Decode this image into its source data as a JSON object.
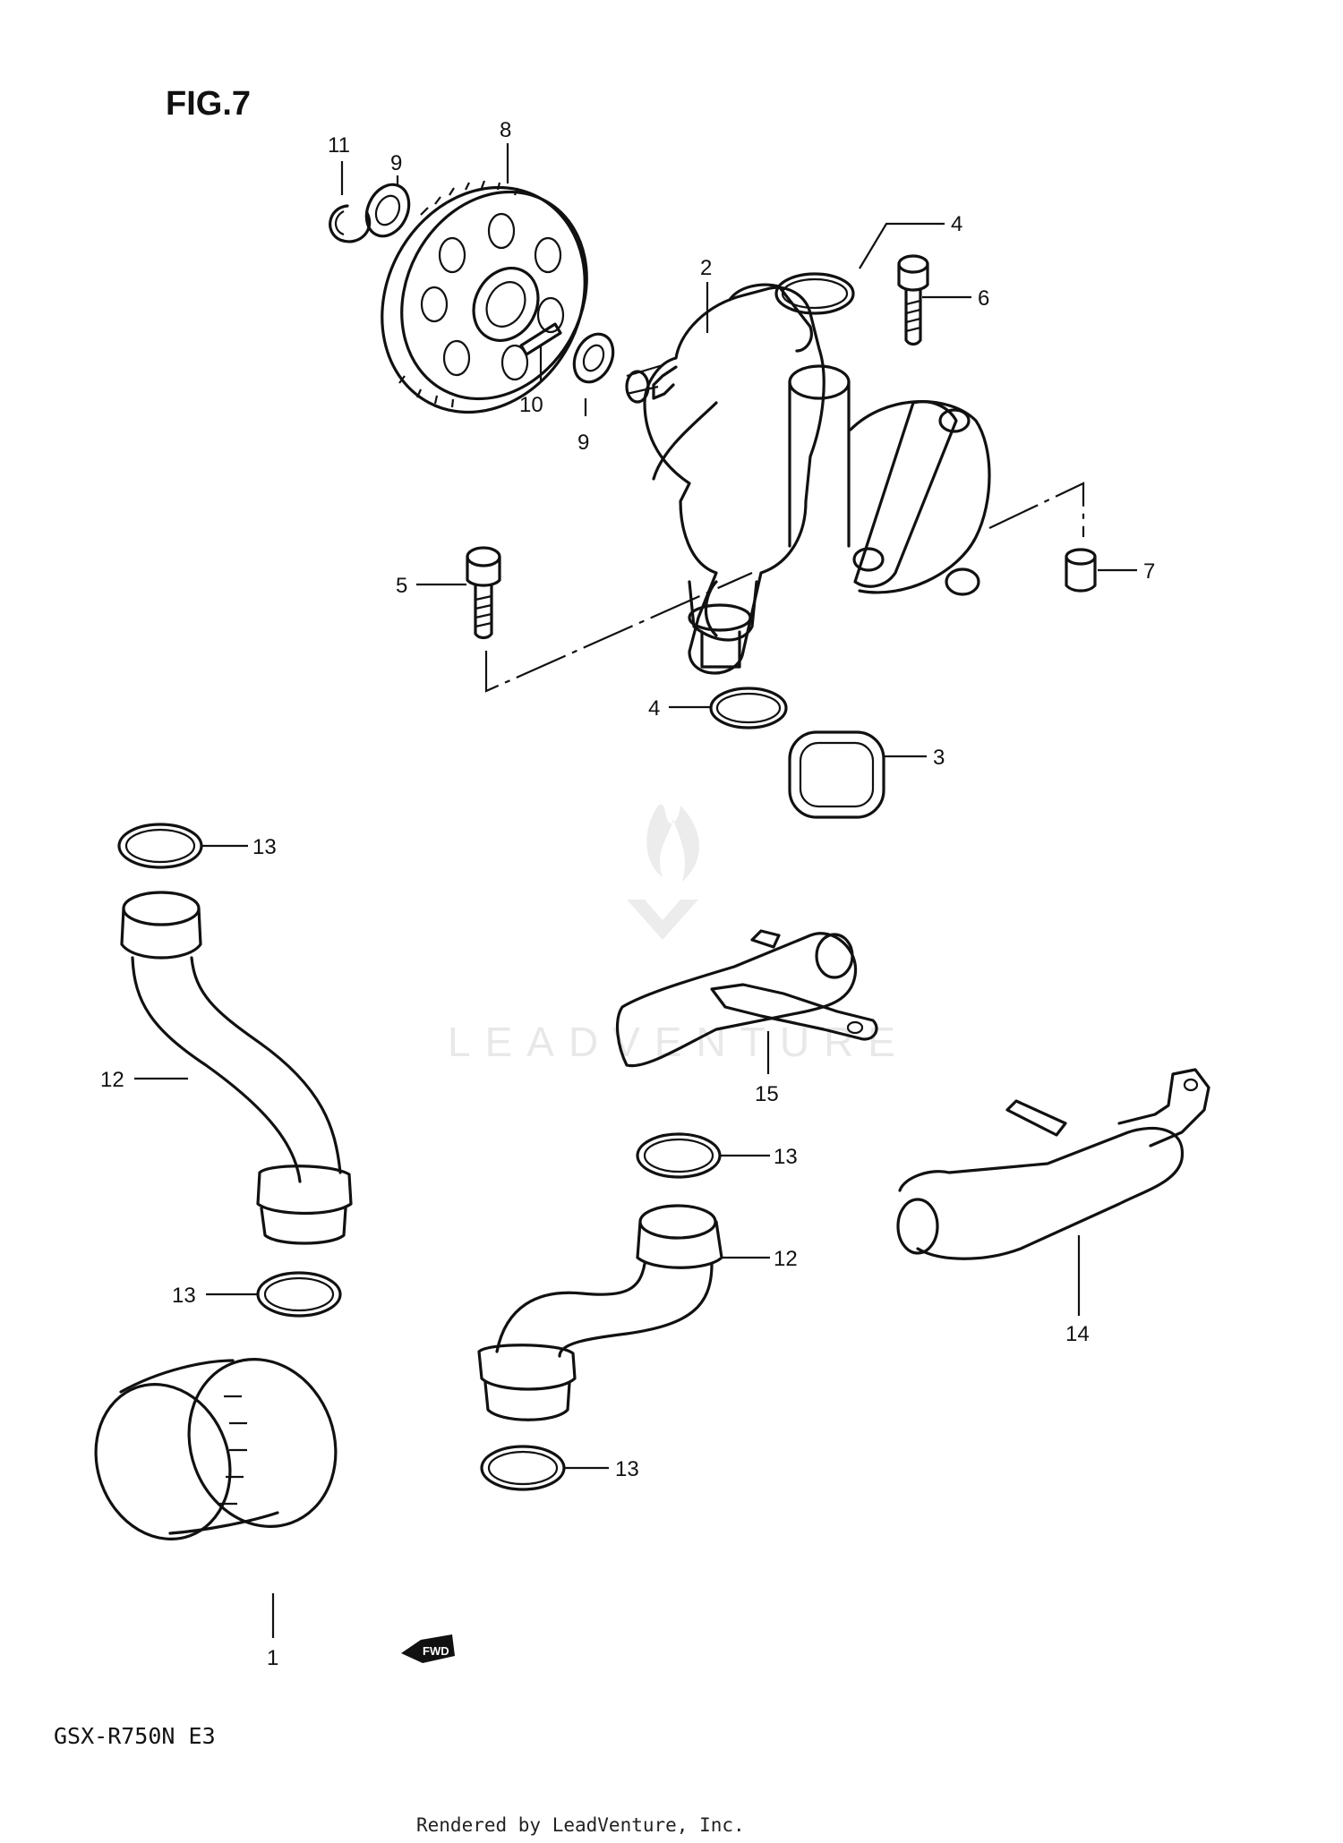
{
  "figure_label": "FIG.7",
  "model_code": "GSX-R750N E3",
  "footer": "Rendered by LeadVenture, Inc.",
  "watermark": "LEADVENTURE",
  "fwd_badge": "FWD",
  "callouts": {
    "p1": "1",
    "p2": "2",
    "p3": "3",
    "p4a": "4",
    "p4b": "4",
    "p5": "5",
    "p6": "6",
    "p7": "7",
    "p8": "8",
    "p9a": "9",
    "p9b": "9",
    "p10": "10",
    "p11": "11",
    "p12a": "12",
    "p12b": "12",
    "p13a": "13",
    "p13b": "13",
    "p13c": "13",
    "p13d": "13",
    "p14": "14",
    "p15": "15"
  },
  "colors": {
    "line": "#111111",
    "watermark": "#e8e8e8"
  }
}
